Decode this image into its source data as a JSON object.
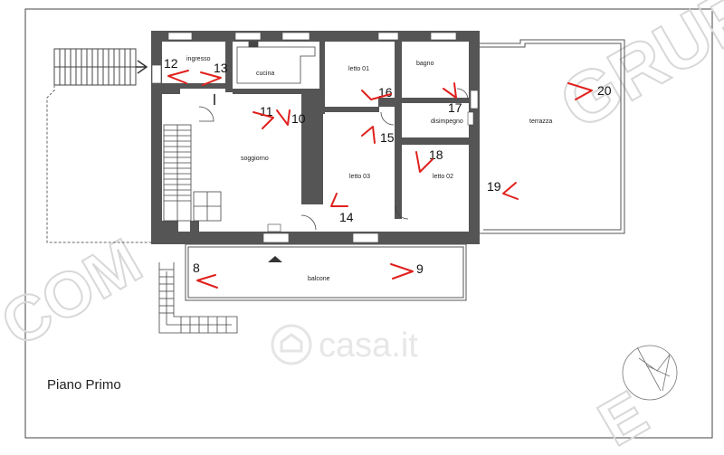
{
  "plan": {
    "title": "Piano Primo",
    "accent_color": "#e0201c",
    "wall_color": "#555555",
    "rooms": {
      "ingresso": "ingresso",
      "cucina": "cucina",
      "letto01": "letto 01",
      "bagno": "bagno",
      "disimpegno": "disimpegno",
      "soggiorno": "soggiorno",
      "letto03": "letto 03",
      "letto02": "letto 02",
      "terrazza": "terrazza",
      "balcone": "balcone"
    },
    "photo_markers": {
      "m8": "8",
      "m9": "9",
      "m10": "10",
      "m11": "11",
      "m12": "12",
      "m13": "13",
      "m14": "14",
      "m15": "15",
      "m16": "16",
      "m17": "17",
      "m18": "18",
      "m19": "19",
      "m20": "20"
    }
  },
  "watermark": {
    "text": "casa.it",
    "fragments": [
      "GRUP",
      "COM",
      "E"
    ]
  },
  "icons": {
    "compass": "north-arrow-icon",
    "brand": "house-logo-icon"
  }
}
